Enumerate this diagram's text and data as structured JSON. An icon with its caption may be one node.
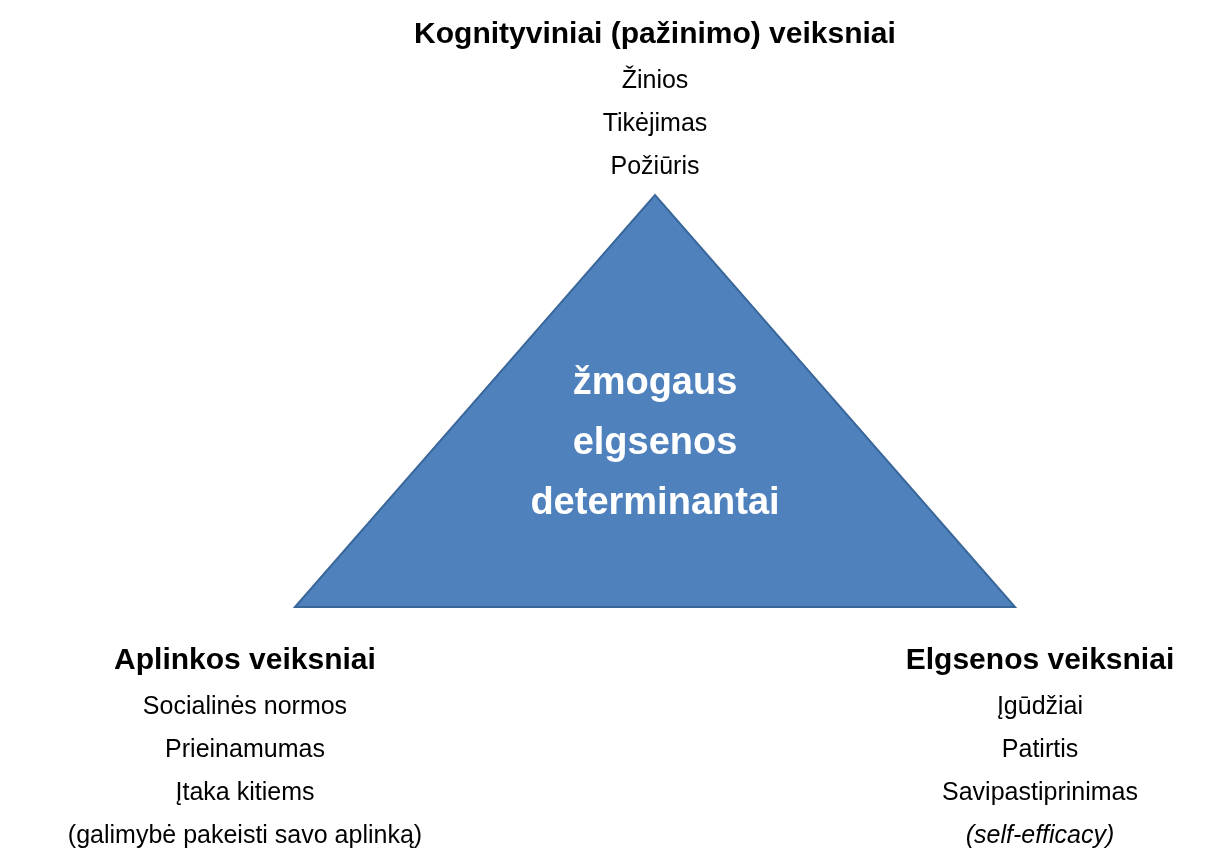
{
  "diagram": {
    "nodes": [
      {
        "text": [
          "žmogaus elgsenos determinantai"
        ]
      }
    ],
    "labels": [
      "Kognityviniai (pažinimo) veiksniai",
      "Žinios",
      "Tikėjimas",
      "Požiūris",
      "Aplinkos veiksniai",
      "Socialinės normos",
      "Prieinamumas",
      "Įtaka kitiems",
      "(galimybė pakeisti savo aplinką)",
      "Elgsenos veiksniai",
      "Įgūdžiai",
      "Patirtis",
      "Savipastiprinimas",
      "(self-efficacy)"
    ]
  }
}
